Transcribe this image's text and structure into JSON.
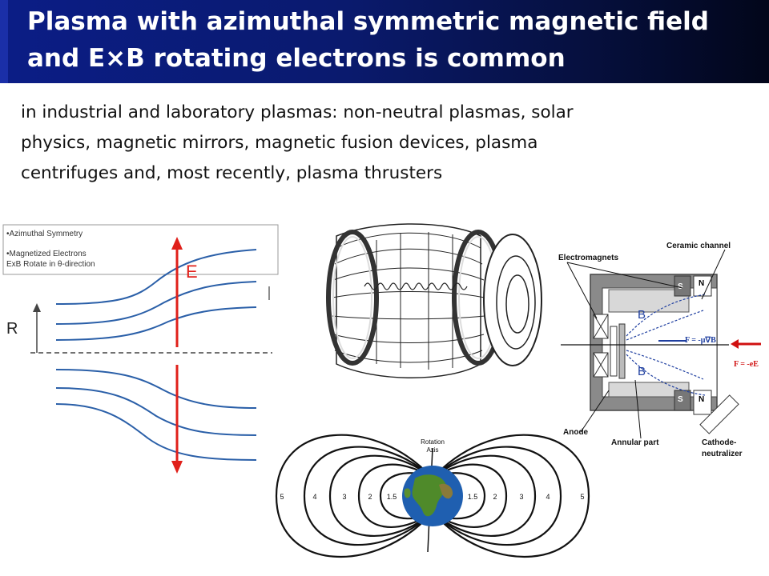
{
  "title": {
    "line1": "Plasma with azimuthal symmetric magnetic field",
    "line2": "and E×B rotating electrons is common"
  },
  "intro": {
    "line1": "in industrial and laboratory plasmas: non-neutral plasmas, solar",
    "line2": "physics, magnetic mirrors, magnetic fusion devices, plasma",
    "line3": "centrifuges and, most recently, plasma thrusters"
  },
  "legend": {
    "item1": "•Azimuthal Symmetry",
    "item2": "•Magnetized Electrons",
    "item3": "ExB Rotate in θ-direction"
  },
  "field_diagram": {
    "e_label": "E",
    "r_label": "R"
  },
  "thruster": {
    "electromagnets": "Electromagnets",
    "ceramic_channel": "Ceramic channel",
    "anode": "Anode",
    "annular_part": "Annular part",
    "cathode_line1": "Cathode-",
    "cathode_line2": "neutralizer",
    "b_top": "B",
    "b_bottom": "B",
    "force_grad": "F = -μ∇B",
    "force_e": "F = -eE",
    "s_top": "S",
    "n_top": "N",
    "s_bottom": "S",
    "n_bottom": "N"
  },
  "dipole": {
    "rotation_line1": "Rotation",
    "rotation_line2": "Axis",
    "left_labels": [
      "5",
      "4",
      "3",
      "2",
      "1.5"
    ],
    "right_labels": [
      "1.5",
      "2",
      "3",
      "4",
      "5"
    ]
  },
  "colors": {
    "title_bg": "#0b1d86",
    "field_line": "#2a5fa8",
    "e_arrow": "#e0201a",
    "thruster_blue": "#1f3fa0",
    "force_red": "#d01010"
  }
}
